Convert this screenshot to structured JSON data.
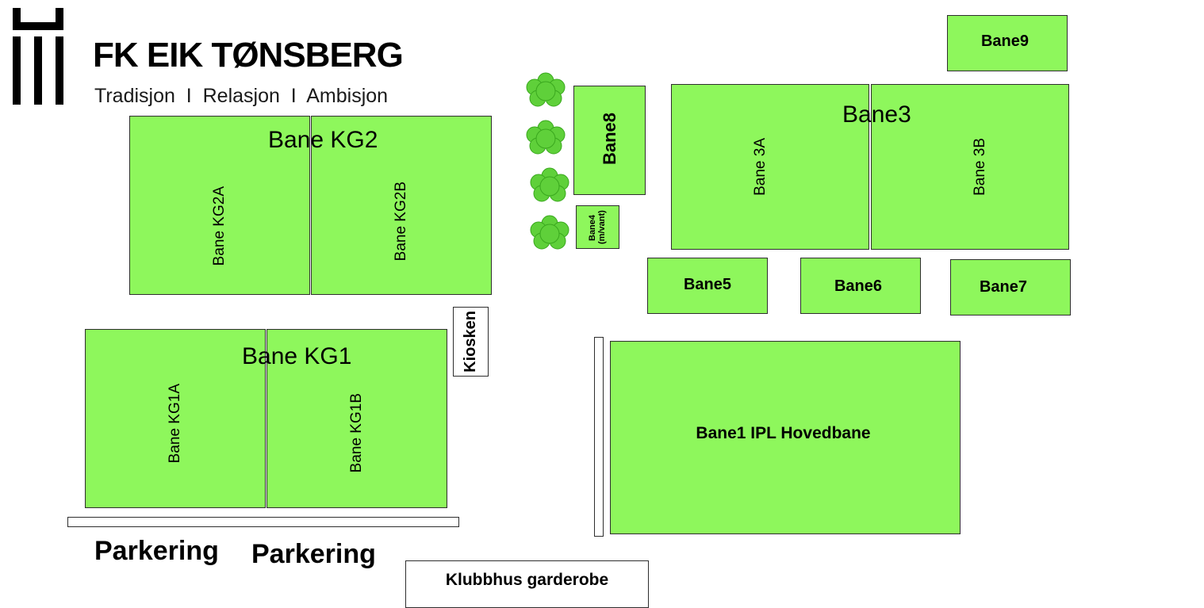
{
  "logo": {
    "title": "FK EIK TØNSBERG",
    "tagline": "Tradisjon  I  Relasjon  I  Ambisjon",
    "icon": "castle-tower-icon"
  },
  "fields": {
    "kg2_title": "Bane KG2",
    "kg2a": "Bane KG2A",
    "kg2b": "Bane KG2B",
    "kg1_title": "Bane KG1",
    "kg1a": "Bane KG1A",
    "kg1b": "Bane KG1B",
    "bane8": "Bane8",
    "bane4": "Bane4 (m/vant)",
    "bane3_title": "Bane3",
    "bane3a": "Bane 3A",
    "bane3b": "Bane 3B",
    "bane9": "Bane9",
    "bane5": "Bane5",
    "bane6": "Bane6",
    "bane7": "Bane7",
    "bane1": "Bane1 IPL Hovedbane"
  },
  "buildings": {
    "kiosk": "Kiosken",
    "clubhouse": "Klubbhus garderobe"
  },
  "parking": {
    "left": "Parkering",
    "right": "Parkering"
  },
  "colors": {
    "field": "#8ef75c",
    "tree": "#5fd03a"
  }
}
